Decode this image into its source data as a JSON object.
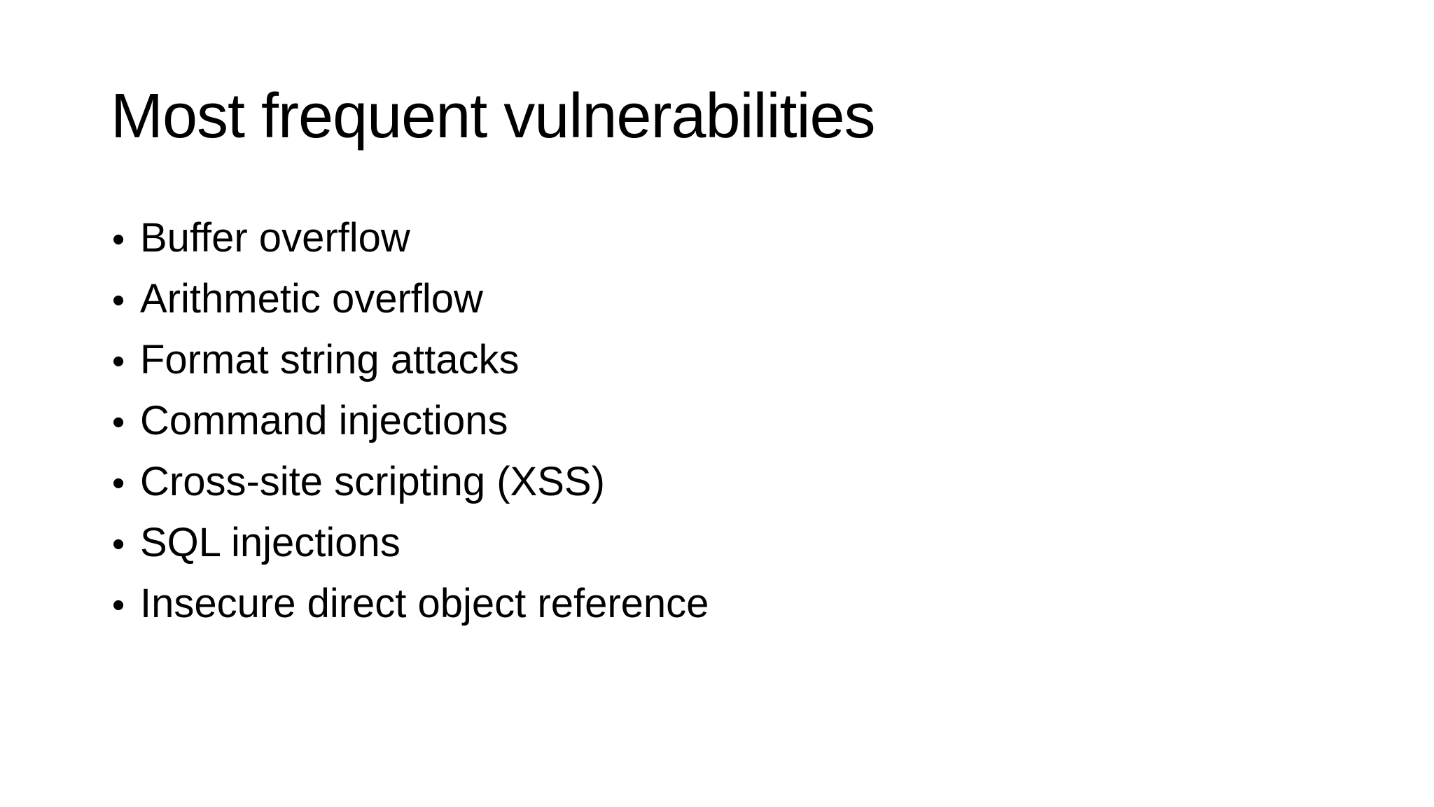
{
  "slide": {
    "title": "Most frequent vulnerabilities",
    "bullet_char": "•",
    "bullets": [
      "Buffer overflow",
      "Arithmetic overflow",
      "Format string attacks",
      "Command injections",
      "Cross-site scripting (XSS)",
      "SQL injections",
      "Insecure direct object reference"
    ],
    "colors": {
      "background": "#ffffff",
      "text": "#000000"
    }
  }
}
